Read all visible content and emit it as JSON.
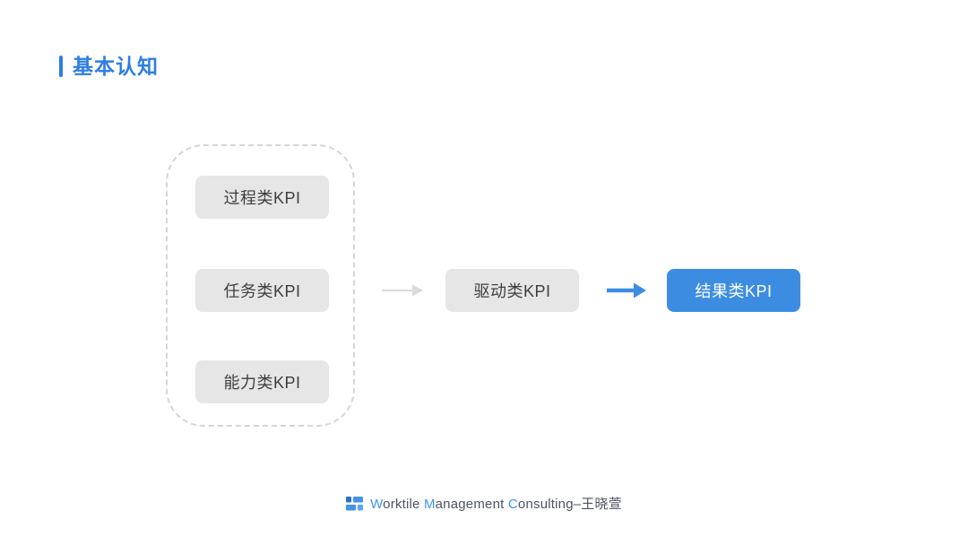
{
  "title": {
    "text": "基本认知"
  },
  "diagram": {
    "group_items": [
      {
        "label": "过程类KPI"
      },
      {
        "label": "任务类KPI"
      },
      {
        "label": "能力类KPI"
      }
    ],
    "driver": {
      "label": "驱动类KPI"
    },
    "result": {
      "label": "结果类KPI"
    },
    "icons": {
      "gray_arrow": "right-arrow-icon",
      "blue_arrow": "right-arrow-icon"
    }
  },
  "footer": {
    "logo": "worktile-logo",
    "segments": [
      {
        "text": "W"
      },
      {
        "text": "orktile "
      },
      {
        "text": "M"
      },
      {
        "text": "anagement "
      },
      {
        "text": "C"
      },
      {
        "text": "onsulting–王晓萱"
      }
    ]
  },
  "colors": {
    "accent_blue": "#3c8de2",
    "title_blue": "#2f7de2",
    "box_gray": "#e6e6e6",
    "box_text_gray": "#3e3e3e",
    "dashed_border": "#d5d5d5",
    "gray_arrow": "#dadada",
    "footer_gray": "#4d5360",
    "footer_blue": "#3f96e4"
  }
}
